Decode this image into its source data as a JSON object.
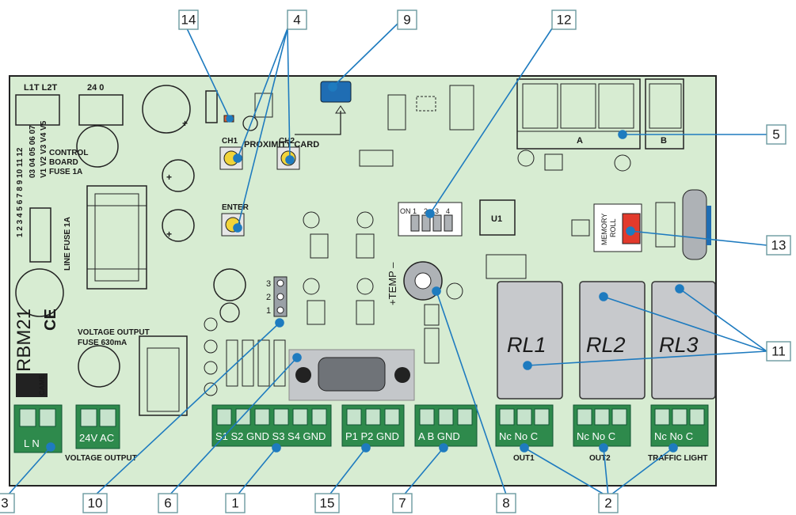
{
  "board": {
    "model": "RBM21",
    "ce_mark": "CE",
    "brand": "CAME",
    "top_labels": {
      "l1t_l2t": "L1T L2T",
      "v24_0": "24   0"
    },
    "control_fuse": [
      "CONTROL",
      "BOARD",
      "FUSE 1A"
    ],
    "line_fuse": "LINE FUSE 1A",
    "voltage_fuse": [
      "VOLTAGE OUTPUT",
      "FUSE  630mA"
    ],
    "proximity_card": "PROXIMITY CARD",
    "ch1": "CH1",
    "ch2": "CH2",
    "enter": "ENTER",
    "chip_u1": "U1",
    "temp_label": "+TEMP –",
    "memory_roll": [
      "MEMORY",
      "ROLL"
    ],
    "dip": {
      "on": "ON",
      "numbers": [
        "1",
        "2",
        "3",
        "4"
      ]
    },
    "jumper_numbers": [
      "3",
      "2",
      "1"
    ],
    "display_a": "A",
    "display_b": "B",
    "pin_numbers_row1": "1 2 3 4 5 6 7 8 9 10 11 12",
    "pin_numbers_row2": "03 04 05 06 07",
    "pin_numbers_row3": "V1 V2 V3 V4 V5",
    "relays": [
      "RL1",
      "RL2",
      "RL3"
    ],
    "terminals": {
      "power": "L   N",
      "power_sub": "VOLTAGE OUTPUT",
      "ac24": "24V AC",
      "inputs": "S1  S2 GND S3  S4 GND",
      "prog": "P1  P2 GND",
      "bus": "A    B GND",
      "out1": "Nc No C",
      "out1_name": "OUT1",
      "out2": "Nc No C",
      "out2_name": "OUT2",
      "out3": "Nc No C",
      "out3_name": "TRAFFIC  LIGHT"
    }
  },
  "callouts": [
    "14",
    "4",
    "9",
    "12",
    "5",
    "13",
    "11",
    "3",
    "10",
    "6",
    "1",
    "15",
    "7",
    "8",
    "2"
  ],
  "colors": {
    "board": "#d7ecd2",
    "relay": "#c7c9cc",
    "terminal": "#2e8a4c",
    "button": "#f1d43a",
    "jumper_blue": "#1f6db3",
    "memory_red": "#e23a2c",
    "leader": "#1e7bbf"
  }
}
